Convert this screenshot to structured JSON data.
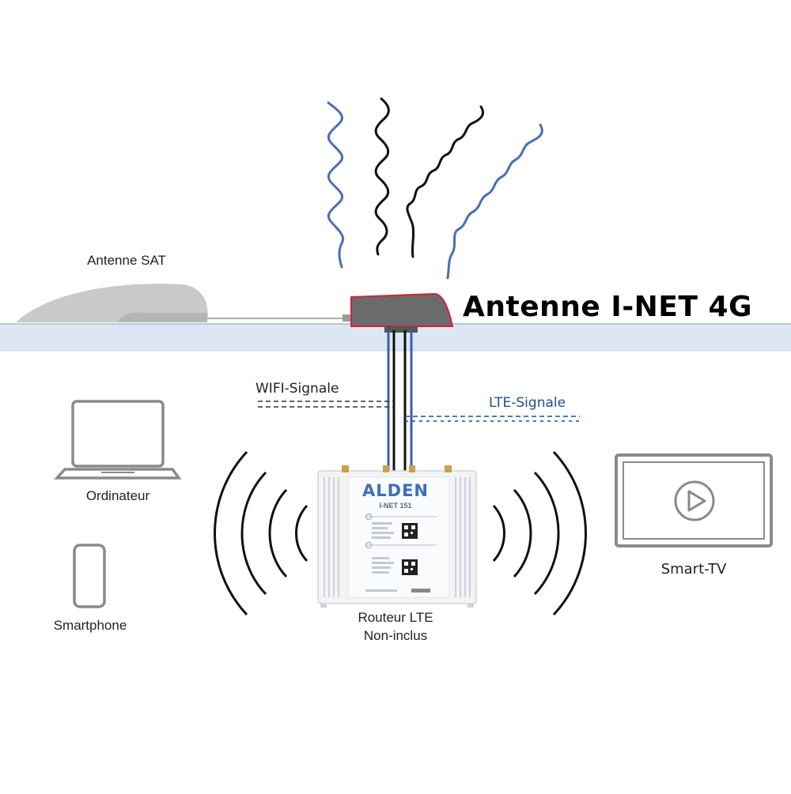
{
  "title": "Antenne I-NET 4G",
  "labels": {
    "sat_antenna": "Antenne SAT",
    "wifi_signal": "WIFI-Signale",
    "lte_signal": "LTE-Signale",
    "computer": "Ordinateur",
    "smartphone": "Smartphone",
    "router_line1": "Routeur LTE",
    "router_line2": "Non-inclus",
    "smart_tv": "Smart-TV"
  },
  "router": {
    "brand": "ALDEN",
    "model": "I-NET 151"
  },
  "colors": {
    "roof": "#dde6f3",
    "roof_edge": "#b9c7db",
    "antenna_body": "#6b6b6b",
    "antenna_outline": "#d8203a",
    "wave_blue": "#4a6fb5",
    "wave_black": "#111111",
    "device_gray": "#8a8a8a",
    "lte_blue": "#1f4e8c",
    "brand_blue": "#3d6fb6"
  },
  "icons": [
    "laptop-icon",
    "smartphone-icon",
    "smart-tv-icon",
    "play-icon",
    "qr-code-icon",
    "ce-mark-icon"
  ]
}
